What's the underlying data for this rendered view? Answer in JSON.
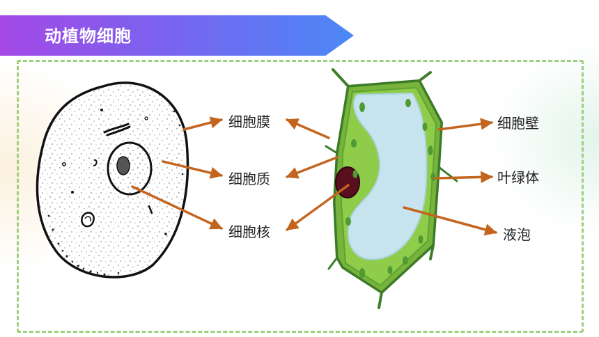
{
  "title": "动植物细胞",
  "labels": {
    "cell_membrane": "细胞膜",
    "cytoplasm": "细胞质",
    "nucleus": "细胞核",
    "cell_wall": "细胞壁",
    "chloroplast": "叶绿体",
    "vacuole": "液泡"
  },
  "colors": {
    "banner_start": "#a448e6",
    "banner_end": "#4b88f6",
    "frame_border": "#9fcf7e",
    "arrow": "#c4651f",
    "plant_cytoplasm": "#8fcc4a",
    "vacuole": "#c7e3ee",
    "nucleus_plant": "#5a0f1f"
  }
}
